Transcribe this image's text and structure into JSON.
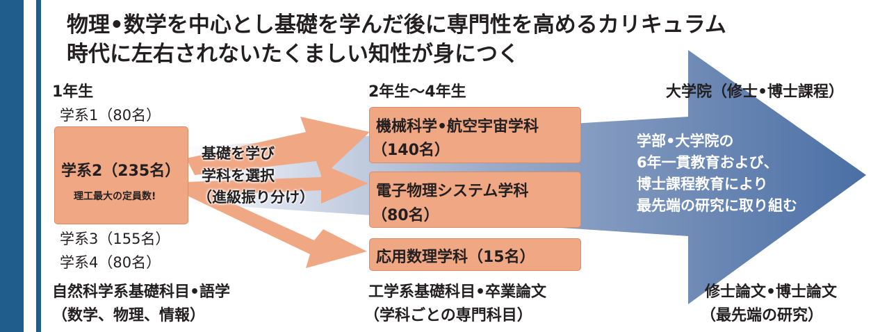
{
  "title": {
    "line1": "物理•数学を中心とし基礎を学んだ後に専門性を高めるカリキュラム",
    "line2": "時代に左右されないたくましい知性が身につく"
  },
  "year1": {
    "heading": "1年生",
    "dept1": "学系1（80名）",
    "dept2_name": "学系2（235名）",
    "dept2_note": "理工最大の定員数!",
    "dept3": "学系3（155名）",
    "dept4": "学系4（80名）",
    "courses_line1": "自然科学系基礎科目•語学",
    "courses_line2": "（数学、物理、情報）"
  },
  "selection": {
    "line1": "基礎を学び",
    "line2": "学科を選択",
    "line3": "（進級振り分け）"
  },
  "year2_4": {
    "heading": "2年生〜4年生",
    "dept_a_line1": "機械科学•航空宇宙学科",
    "dept_a_line2": "（140名）",
    "dept_b_line1": "電子物理システム学科",
    "dept_b_line2": "（80名）",
    "dept_c": "応用数理学科（15名）",
    "courses_line1": "工学系基礎科目•卒業論文",
    "courses_line2": "（学科ごとの専門科目）"
  },
  "graduate": {
    "heading": "大学院（修士•博士課程）",
    "desc_line1": "学部•大学院の",
    "desc_line2": "6年一貫教育および、",
    "desc_line3": "博士課程教育により",
    "desc_line4": "最先端の研究に取り組む",
    "courses_line1": "修士論文•博士論文",
    "courses_line2": "（最先端の研究）"
  },
  "colors": {
    "accent_bar": "#205d8c",
    "box_fill": "#f0a784",
    "arrow_dark": "#4a6fa5",
    "arrow_light": "#dde3ee"
  }
}
